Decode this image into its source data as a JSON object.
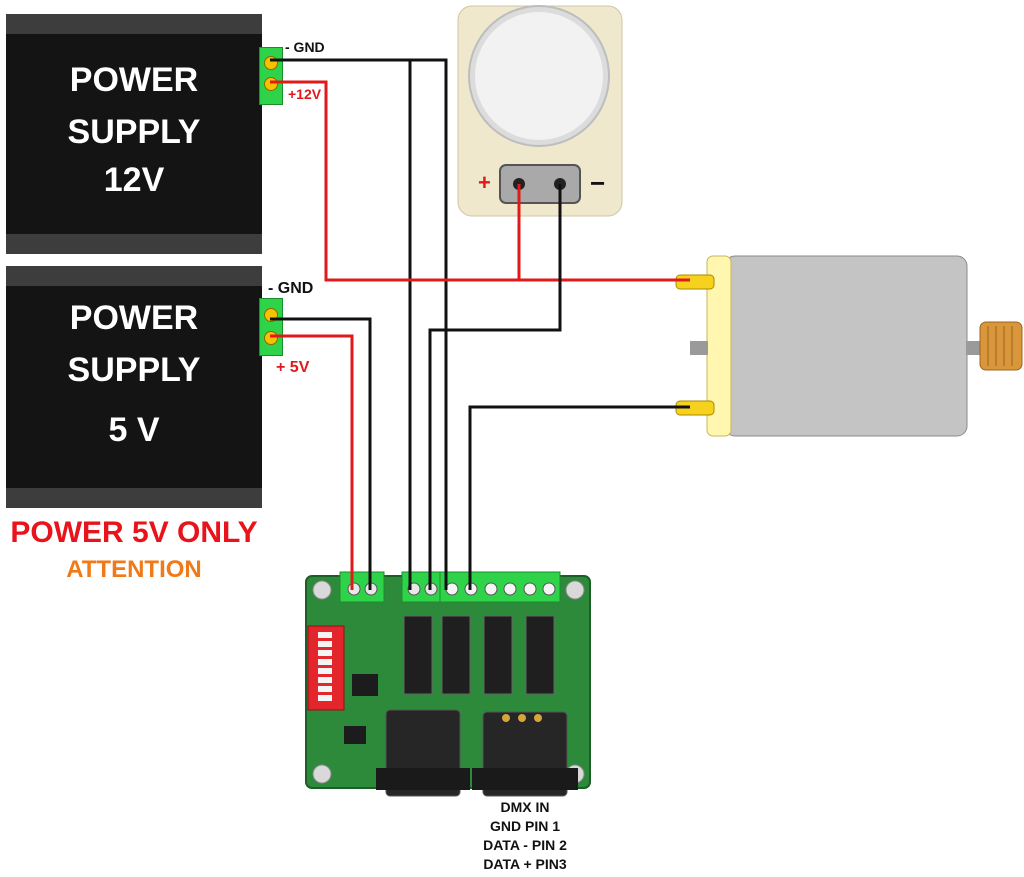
{
  "psu_12v": {
    "line1": "POWER",
    "line2": "SUPPLY",
    "line3": "12V",
    "gnd_label": "- GND",
    "pos_label": "+12V"
  },
  "psu_5v": {
    "line1": "POWER",
    "line2": "SUPPLY",
    "line3": "5 V",
    "gnd_label": "- GND",
    "pos_label": "+ 5V"
  },
  "warning": {
    "main": "POWER 5V ONLY",
    "sub": "ATTENTION"
  },
  "sensor": {
    "plus_label": "+",
    "minus_label": "−"
  },
  "dmx_notes": [
    "DMX IN",
    "GND PIN 1",
    "DATA - PIN 2",
    "DATA + PIN3"
  ],
  "colors": {
    "wire_red": "#e01a1a",
    "wire_black": "#111111",
    "pcb": "#2c8a3a",
    "terminal": "#2fd34a"
  }
}
